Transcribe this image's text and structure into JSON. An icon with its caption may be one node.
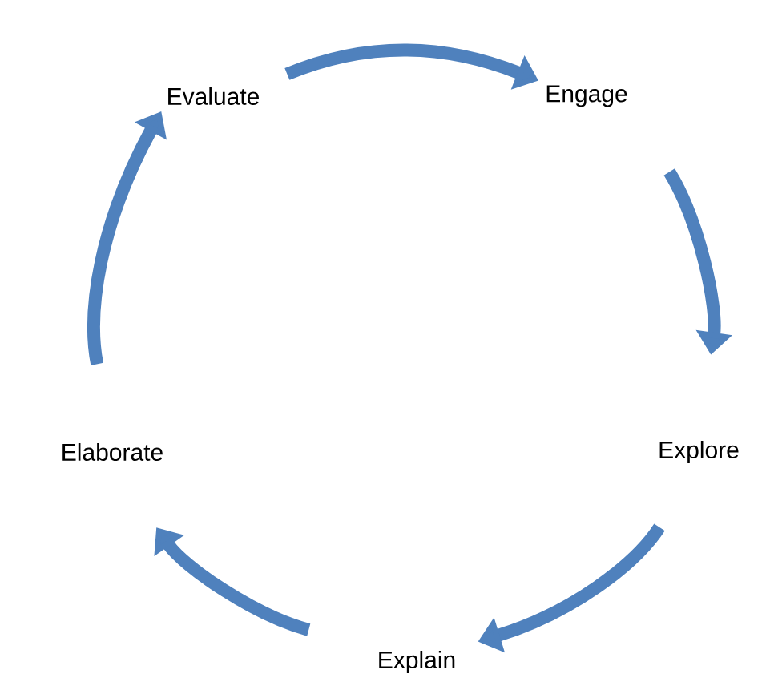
{
  "diagram": {
    "nodes": [
      {
        "text": [
          "Evaluate"
        ]
      },
      {
        "text": [
          "Engage"
        ]
      },
      {
        "text": [
          "Explore"
        ]
      },
      {
        "text": [
          "Explain"
        ]
      },
      {
        "text": [
          "Elaborate"
        ]
      }
    ],
    "edges": [
      {
        "from": 0,
        "to": 1,
        "arrow": "to"
      },
      {
        "from": 1,
        "to": 2,
        "arrow": "to"
      },
      {
        "from": 2,
        "to": 3,
        "arrow": "to"
      },
      {
        "from": 3,
        "to": 4,
        "arrow": "to"
      },
      {
        "from": 4,
        "to": 0,
        "arrow": "to"
      }
    ]
  }
}
